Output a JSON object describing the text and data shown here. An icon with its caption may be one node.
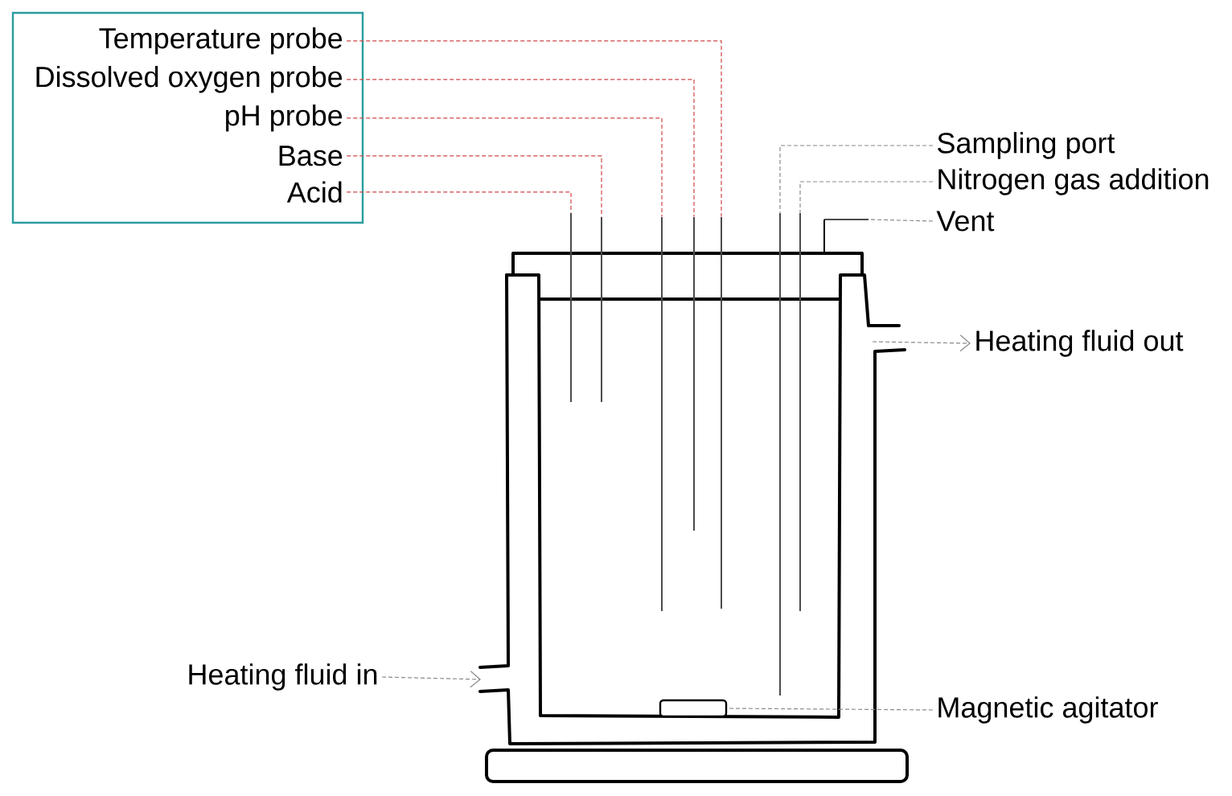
{
  "diagram": {
    "nodes": [
      {
        "text": [],
        "shape": "box"
      },
      {
        "text": [
          "Temperature probe"
        ],
        "in": 0
      },
      {
        "text": [
          "Dissolved oxygen probe"
        ],
        "in": 0
      },
      {
        "text": [
          "pH probe"
        ],
        "in": 0
      },
      {
        "text": [
          "Base"
        ],
        "in": 0
      },
      {
        "text": [
          "Acid"
        ],
        "in": 0
      },
      {
        "text": [
          "Sampling port"
        ]
      },
      {
        "text": [
          "Nitrogen gas addition"
        ]
      },
      {
        "text": [
          "Vent"
        ]
      },
      {
        "text": [
          "Heating fluid out"
        ]
      },
      {
        "text": [
          "Heating fluid in"
        ]
      },
      {
        "text": [
          "Magnetic agitator"
        ]
      },
      {
        "text": [],
        "shape": "tube"
      },
      {
        "text": [],
        "shape": "tube"
      },
      {
        "text": [],
        "shape": "tube"
      },
      {
        "text": [],
        "shape": "tube"
      },
      {
        "text": [],
        "shape": "tube"
      },
      {
        "text": [],
        "shape": "tube"
      },
      {
        "text": [],
        "shape": "tube"
      },
      {
        "text": [],
        "shape": "tube"
      },
      {
        "text": [],
        "shape": "box"
      }
    ],
    "edges": [
      {
        "from": 1,
        "to": 16,
        "arrow": "none",
        "style": "dashed",
        "color": "#d04545"
      },
      {
        "from": 2,
        "to": 15,
        "arrow": "none",
        "style": "dashed",
        "color": "#d04545"
      },
      {
        "from": 3,
        "to": 14,
        "arrow": "none",
        "style": "dashed",
        "color": "#d04545"
      },
      {
        "from": 4,
        "to": 13,
        "arrow": "none",
        "style": "dashed",
        "color": "#d04545"
      },
      {
        "from": 5,
        "to": 12,
        "arrow": "none",
        "style": "dashed",
        "color": "#d04545"
      },
      {
        "from": 6,
        "to": 17,
        "arrow": "none",
        "style": "dashed",
        "color": "#8a8a8a"
      },
      {
        "from": 7,
        "to": 18,
        "arrow": "none",
        "style": "dashed",
        "color": "#8a8a8a"
      },
      {
        "from": 8,
        "to": 19,
        "arrow": "none",
        "style": "dashed",
        "color": "#8a8a8a"
      },
      {
        "from": null,
        "to": 9,
        "arrow": "to",
        "style": "dashed",
        "color": "#8a8a8a"
      },
      {
        "from": 10,
        "to": null,
        "arrow": "to",
        "style": "dashed",
        "color": "#8a8a8a"
      },
      {
        "from": 11,
        "to": 20,
        "arrow": "none",
        "style": "dashed",
        "color": "#8a8a8a"
      }
    ]
  }
}
